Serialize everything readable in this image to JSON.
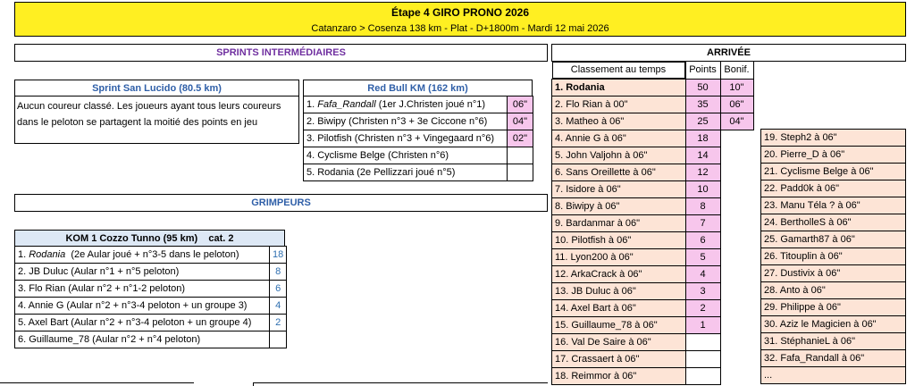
{
  "header": {
    "title": "Étape 4 GIRO PRONO 2026",
    "subtitle": "Catanzaro > Cosenza 138 km - Plat - D+1800m - Mardi 12 mai 2026"
  },
  "sprints": {
    "section_title": "SPRINTS INTERMÉDIAIRES",
    "san_lucido": {
      "title": "Sprint San Lucido (80.5 km)",
      "text": "Aucun coureur classé. Les joueurs ayant tous leurs coureurs dans le peloton se partagent la moitié des points en jeu"
    },
    "redbull": {
      "title": "Red Bull KM (162 km)",
      "rows": [
        {
          "num": "1. ",
          "name": "Fafa_Randall",
          "rest": " (1er J.Christen joué n°1)",
          "time": "06\""
        },
        {
          "num": "2. ",
          "name": "",
          "rest": "Biwipy (Christen n°3 + 3e Ciccone n°6)",
          "time": "04\""
        },
        {
          "num": "3. ",
          "name": "",
          "rest": "Pilotfish (Christen n°3 + Vingegaard n°6)",
          "time": "02\""
        },
        {
          "num": "4. ",
          "name": "",
          "rest": "Cyclisme Belge (Christen n°6)",
          "time": ""
        },
        {
          "num": "5. ",
          "name": "",
          "rest": "Rodania (2e Pellizzari joué n°5)",
          "time": ""
        }
      ]
    }
  },
  "grimpeurs": {
    "section_title": "GRIMPEURS",
    "kom_title": "KOM 1 Cozzo Tunno (95 km)    cat. 2",
    "rows": [
      {
        "num": "1. ",
        "name": "Rodania",
        "rest": "  (2e Aular joué + n°3-5 dans le peloton)",
        "pts": "18"
      },
      {
        "num": "2. ",
        "name": "",
        "rest": "JB Duluc (Aular n°1 + n°5 peloton)",
        "pts": "8"
      },
      {
        "num": "3. ",
        "name": "",
        "rest": "Flo Rian (Aular n°2 + n°1-2 peloton)",
        "pts": "6"
      },
      {
        "num": "4. ",
        "name": "",
        "rest": "Annie G (Aular n°2 + n°3-4 peloton + un groupe 3)",
        "pts": "4"
      },
      {
        "num": "5. ",
        "name": "",
        "rest": "Axel Bart (Aular n°2 + n°3-4 peloton + un groupe 4)",
        "pts": "2"
      },
      {
        "num": "6. ",
        "name": "",
        "rest": "Guillaume_78 (Aular n°2 + n°4 peloton)",
        "pts": ""
      }
    ]
  },
  "arrivee": {
    "section_title": "ARRIVÉE",
    "col_classement": "Classement au temps",
    "col_points": "Points",
    "col_bonif": "Bonif.",
    "left": [
      {
        "label": "1. Rodania",
        "pts": "50",
        "bonif": "10\"",
        "bold": true
      },
      {
        "label": "2. Flo Rian à 00\"",
        "pts": "35",
        "bonif": "06\""
      },
      {
        "label": "3. Matheo à 06\"",
        "pts": "25",
        "bonif": "04\""
      },
      {
        "label": "4. Annie G à 06\"",
        "pts": "18",
        "bonif": ""
      },
      {
        "label": "5. John Valjohn à 06\"",
        "pts": "14",
        "bonif": ""
      },
      {
        "label": "6. Sans Oreillette à 06\"",
        "pts": "12",
        "bonif": ""
      },
      {
        "label": "7. Isidore à 06\"",
        "pts": "10",
        "bonif": ""
      },
      {
        "label": "8. Biwipy à 06\"",
        "pts": "8",
        "bonif": ""
      },
      {
        "label": "9. Bardanmar à 06\"",
        "pts": "7",
        "bonif": ""
      },
      {
        "label": "10. Pilotfish à 06\"",
        "pts": "6",
        "bonif": ""
      },
      {
        "label": "11. Lyon200 à 06\"",
        "pts": "5",
        "bonif": ""
      },
      {
        "label": "12. ArkaCrack à 06\"",
        "pts": "4",
        "bonif": ""
      },
      {
        "label": "13. JB Duluc à 06\"",
        "pts": "3",
        "bonif": ""
      },
      {
        "label": "14. Axel Bart à 06\"",
        "pts": "2",
        "bonif": ""
      },
      {
        "label": "15. Guillaume_78 à 06\"",
        "pts": "1",
        "bonif": ""
      },
      {
        "label": "16. Val De Saire à 06\"",
        "pts": "",
        "bonif": ""
      },
      {
        "label": "17. Crassaert à 06\"",
        "pts": "",
        "bonif": ""
      },
      {
        "label": "18. Reimmor à 06\"",
        "pts": "",
        "bonif": ""
      }
    ],
    "right": [
      "19. Steph2 à 06\"",
      "20. Pierre_D à 06\"",
      "21. Cyclisme Belge à 06\"",
      "22. Padd0k à 06\"",
      "23. Manu Téla ? à 06\"",
      "24. BertholleS à 06\"",
      "25. Gamarth87 à 06\"",
      "26. Titouplin à 06\"",
      "27. Dustivix à 06\"",
      "28. Anto à 06\"",
      "29. Philippe à 06\"",
      "30. Aziz le Magicien à 06\"",
      "31. StéphanieL à 06\"",
      "32. Fafa_Randall à 06\"",
      "..."
    ]
  }
}
